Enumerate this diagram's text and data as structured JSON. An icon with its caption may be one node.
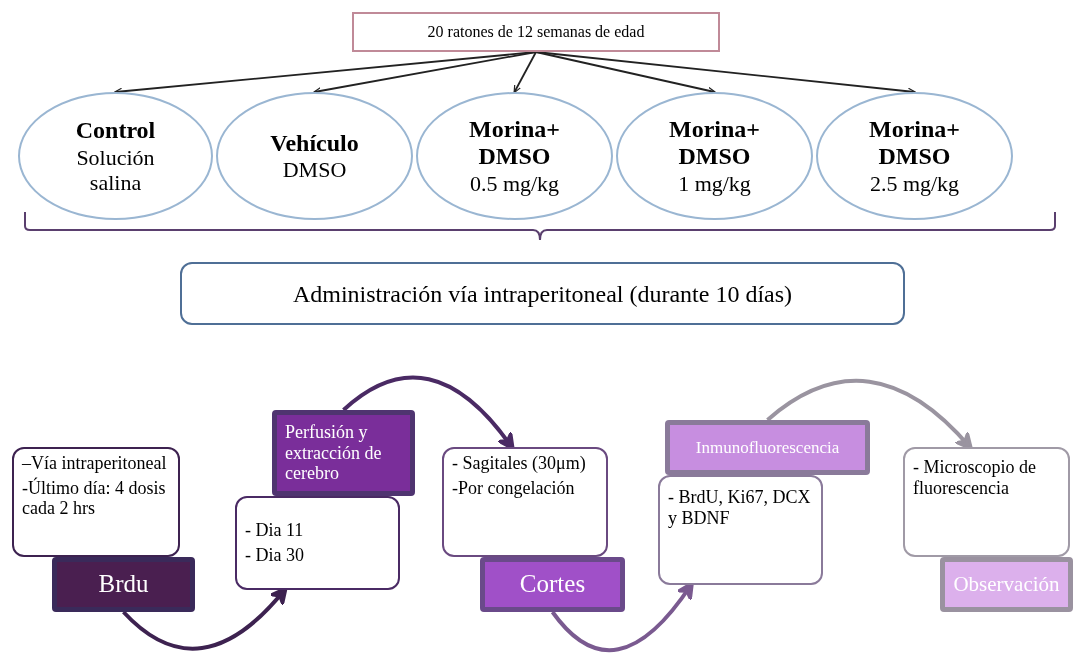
{
  "diagram": {
    "nodes": [
      {
        "text": [
          "20 ratones de 12 semanas de edad"
        ]
      },
      {
        "text": [
          "Control",
          "Solución salina"
        ]
      },
      {
        "text": [
          "Vehículo",
          "DMSO"
        ]
      },
      {
        "text": [
          "Morina+ DMSO",
          "0.5 mg/kg"
        ]
      },
      {
        "text": [
          "Morina+ DMSO",
          "1 mg/kg"
        ]
      },
      {
        "text": [
          "Morina+ DMSO",
          "2.5 mg/kg"
        ]
      },
      {
        "text": [
          "Administración vía intraperitoneal (durante 10 días)"
        ]
      },
      {
        "text": [
          "–Vía intraperitoneal",
          "-Último día: 4 dosis cada 2 hrs"
        ]
      },
      {
        "text": [
          "Brdu"
        ]
      },
      {
        "text": [
          "- Dia 11",
          "- Dia 30"
        ]
      },
      {
        "text": [
          "Perfusión y extracción de cerebro"
        ]
      },
      {
        "text": [
          "- Sagitales (30μm)",
          "-Por congelación"
        ]
      },
      {
        "text": [
          "Cortes"
        ]
      },
      {
        "text": [
          "- BrdU, Ki67, DCX y BDNF"
        ]
      },
      {
        "text": [
          "Inmunofluorescencia"
        ]
      },
      {
        "text": [
          "- Microscopio de fluorescencia"
        ]
      },
      {
        "text": [
          "Observación"
        ]
      }
    ],
    "edges": [
      {
        "from": 0,
        "to": 1,
        "arrow": "to"
      },
      {
        "from": 0,
        "to": 2,
        "arrow": "to"
      },
      {
        "from": 0,
        "to": 3,
        "arrow": "to"
      },
      {
        "from": 0,
        "to": 4,
        "arrow": "to"
      },
      {
        "from": 0,
        "to": 5,
        "arrow": "to"
      },
      {
        "from": 8,
        "to": 9,
        "arrow": "to",
        "style": "thick",
        "color": "#3d2250"
      },
      {
        "from": 10,
        "to": 11,
        "arrow": "to",
        "style": "thick",
        "color": "#4a2a64"
      },
      {
        "from": 12,
        "to": 13,
        "arrow": "to",
        "style": "thick",
        "color": "#7a5a90"
      },
      {
        "from": 14,
        "to": 15,
        "arrow": "to",
        "style": "thick",
        "color": "#9a94a0"
      }
    ]
  }
}
